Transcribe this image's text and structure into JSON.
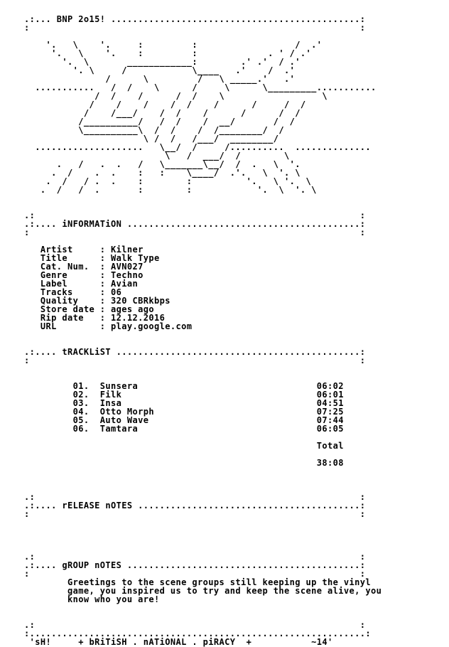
{
  "lines": [
    ".:... BNP 2o15! ..............................................:",
    ":                                                             :",
    "",
    "    '.   \\    '.     :         :                  /  .'",
    "     '.   \\    '.    :         :             . ' / .'",
    "       '.  \\       ____________:        .' .'  / .'",
    "         '. \\     /            \\____   .'    /  .'",
    "               /      \\         /   \\ _____.'   .'",
    "  ...........   /  /    \\      /     \\      \\_________...........",
    "             /  /    /      /  /    \\                  \\",
    "            /    /    /    /  /    /      /     /  /",
    "           /    /___/    /  /    /      /      /  /",
    "          /__________/   /  /    /  __/       /  /",
    "          \\__________\\  /  /    /  /________/  /",
    "                      \\ /  /   /___/  ________/",
    "  ....................   \\__/  /     /..........  ..............",
    "                          \\   /  ___/  /        \\",
    "      .   /   .  .   /   \\_______\\__/  /  .   \\  '.",
    "     .  /    .  .    :   :    \\____/  .'.   \\  '. \\",
    "    .  /   / .  .    :        :          '.   \\ '.  \\",
    "   .  /   /  .       :        :            '.  \\  '. \\",
    "",
    "",
    ".:                                                            :",
    ".:.... iNFORMATiON ...........................................:",
    ":                                                             :",
    "",
    "   Artist     : Kilner",
    "   Title      : Walk Type",
    "   Cat. Num.  : AVN027",
    "   Genre      : Techno",
    "   Label      : Avian",
    "   Tracks     : 06",
    "   Quality    : 320 CBRkbps",
    "   Store date : ages ago",
    "   Rip date   : 12.12.2016",
    "   URL        : play.google.com",
    "",
    "",
    ".:.... tRACKLiST .............................................:",
    ":                                                             :",
    "",
    "",
    "         01.  Sunsera                                 06:02",
    "         02.  Filk                                    06:01",
    "         03.  Insa                                    04:51",
    "         04.  Otto Morph                              07:25",
    "         05.  Auto Wave                               07:44",
    "         06.  Tamtara                                 06:05",
    "",
    "                                                      Total",
    "",
    "                                                      38:08",
    "",
    "",
    "",
    ".:                                                            :",
    ".:.... rELEASE nOTES .........................................:",
    ":                                                             :",
    "",
    "",
    "",
    "",
    ".:                                                            :",
    ".:.... gROUP nOTES ...........................................:",
    ":                                                             :",
    "        Greetings to the scene groups still keeping up the vinyl",
    "        game, you inspired us to try and keep the scene alive, you",
    "        know who you are!",
    "",
    "",
    ".:                                                            :",
    ":..............................................................:",
    " 'sH!     + bRiTiSH . nATiONAL . piRACY  +           ~14'"
  ]
}
